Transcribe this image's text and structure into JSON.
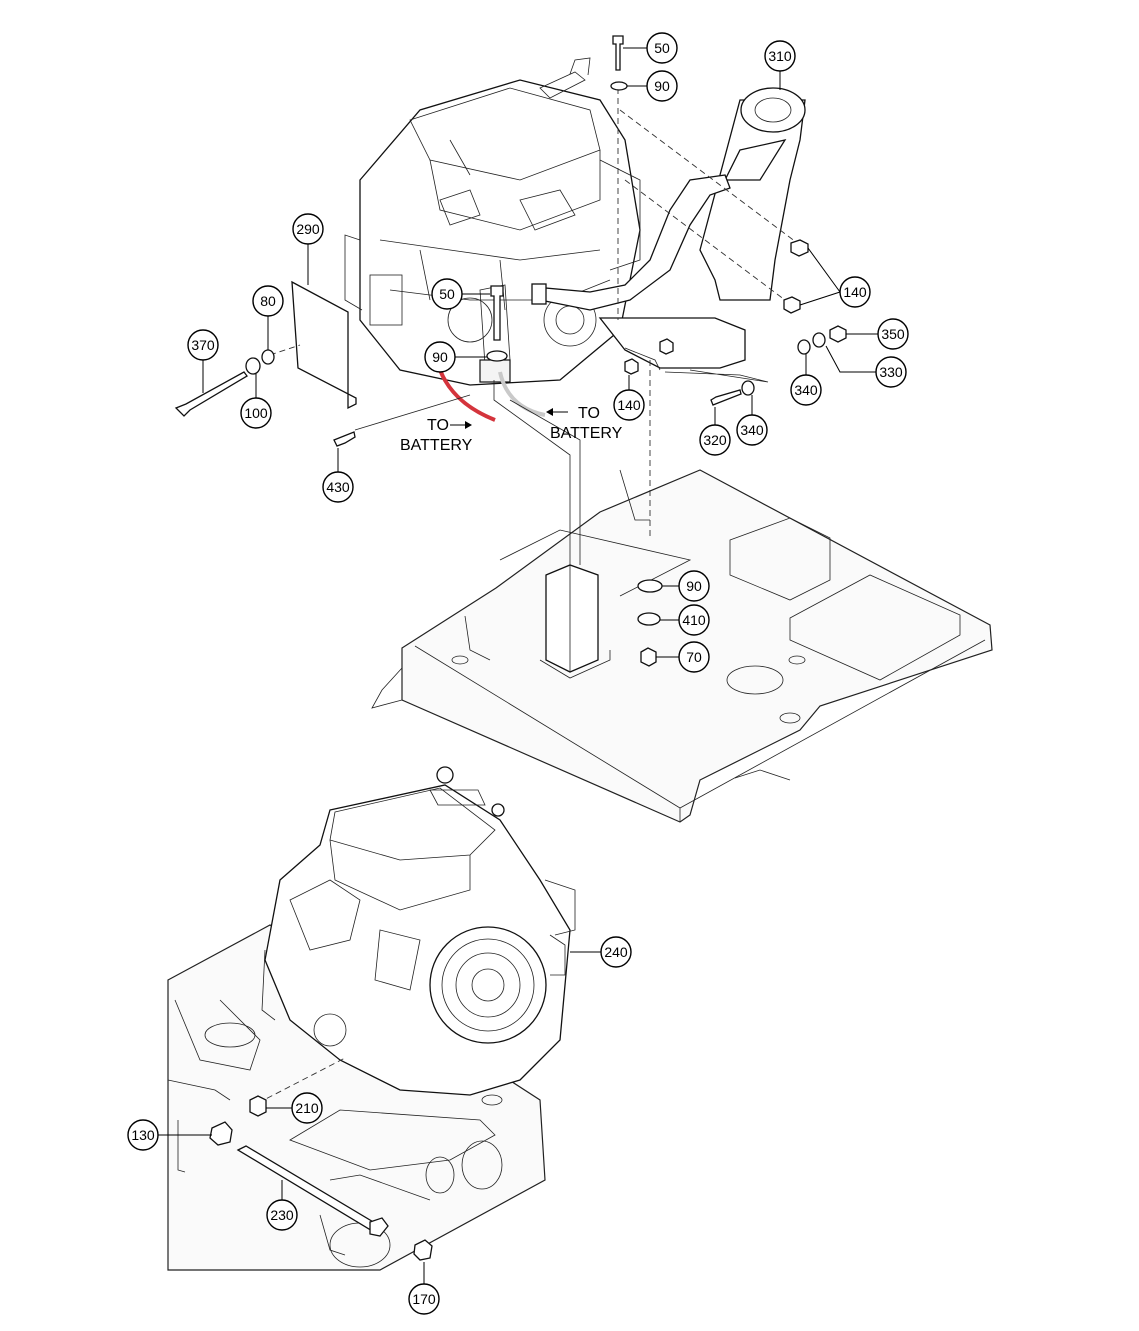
{
  "callouts": {
    "c50a": "50",
    "c90a": "90",
    "c310": "310",
    "c290": "290",
    "c80": "80",
    "c370": "370",
    "c50b": "50",
    "c90b": "90",
    "c100": "100",
    "c140a": "140",
    "c350": "350",
    "c330": "330",
    "c340a": "340",
    "c140b": "140",
    "c320": "320",
    "c340b": "340",
    "c430": "430",
    "c90c": "90",
    "c410": "410",
    "c70": "70",
    "c240": "240",
    "c210": "210",
    "c130": "130",
    "c230": "230",
    "c170": "170"
  },
  "notes": {
    "to1": "TO",
    "battery1": "BATTERY",
    "to2": "TO",
    "battery2": "BATTERY"
  },
  "colors": {
    "positive_cable": "#d4343c",
    "negative_cable": "#c9c9c9"
  }
}
